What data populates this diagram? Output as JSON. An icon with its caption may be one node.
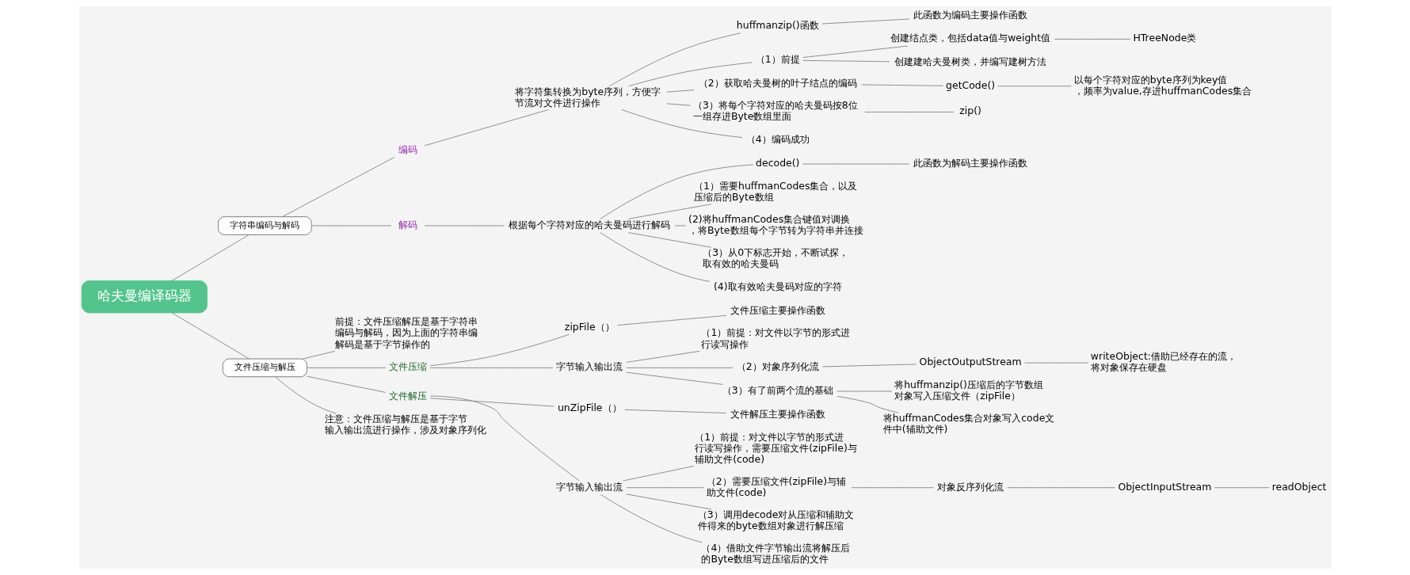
{
  "diagram": {
    "nodes": [
      {
        "text": [
          "哈夫曼编译码器"
        ]
      },
      {
        "text": [
          "字符串编码与解码"
        ]
      },
      {
        "text": [
          "编码"
        ]
      },
      {
        "text": [
          "将字符集转换为byte序列，方便字节流对文件进行操作"
        ]
      },
      {
        "text": [
          "huffmanzip()函数"
        ]
      },
      {
        "text": [
          "此函数为编码主要操作函数"
        ]
      },
      {
        "text": [
          "（1）前提"
        ]
      },
      {
        "text": [
          "创建结点类，包括data值与weight值"
        ]
      },
      {
        "text": [
          "HTreeNode类"
        ]
      },
      {
        "text": [
          "创建建哈夫曼树类，并编写建树方法"
        ]
      },
      {
        "text": [
          "（2）获取哈夫曼树的叶子结点的编码"
        ]
      },
      {
        "text": [
          "getCode()"
        ]
      },
      {
        "text": [
          "以每个字符对应的byte序列为key值，频率为value,存进huffmanCodes集合"
        ]
      },
      {
        "text": [
          "（3）将每个字符对应的哈夫曼码按8位一组存进Byte数组里面"
        ]
      },
      {
        "text": [
          "zip()"
        ]
      },
      {
        "text": [
          "（4）编码成功"
        ]
      },
      {
        "text": [
          "解码"
        ]
      },
      {
        "text": [
          "根据每个字符对应的哈夫曼码进行解码"
        ]
      },
      {
        "text": [
          "decode()"
        ]
      },
      {
        "text": [
          "此函数为解码主要操作函数"
        ]
      },
      {
        "text": [
          "（1）需要huffmanCodes集合，以及压缩后的Byte数组"
        ]
      },
      {
        "text": [
          "(2)将huffmanCodes集合键值对调换，将Byte数组每个字节转为字符串并连接"
        ]
      },
      {
        "text": [
          "（3）从0下标志开始，不断试探，取有效的哈夫曼码"
        ]
      },
      {
        "text": [
          "(4)取有效哈夫曼码对应的字符"
        ]
      },
      {
        "text": [
          "文件压缩与解压"
        ]
      },
      {
        "text": [
          "前提：文件压缩解压是基于字符串编码与解码，因为上面的字符串编解码是基于字节操作的"
        ]
      },
      {
        "text": [
          "文件压缩"
        ]
      },
      {
        "text": [
          "zipFile（）"
        ]
      },
      {
        "text": [
          "文件压缩主要操作函数"
        ]
      },
      {
        "text": [
          "字节输入输出流"
        ]
      },
      {
        "text": [
          "（1）前提：对文件以字节的形式进行读写操作"
        ]
      },
      {
        "text": [
          "（2）对象序列化流"
        ]
      },
      {
        "text": [
          "ObjectOutputStream"
        ]
      },
      {
        "text": [
          "writeObject:借助已经存在的流，将对象保存在硬盘"
        ]
      },
      {
        "text": [
          "（3）有了前两个流的基础"
        ]
      },
      {
        "text": [
          "将huffmanzip()压缩后的字节数组对象写入压缩文件（zipFile）"
        ]
      },
      {
        "text": [
          "将huffmanCodes集合对象写入code文件中(辅助文件)"
        ]
      },
      {
        "text": [
          "文件解压"
        ]
      },
      {
        "text": [
          "unZipFile（）"
        ]
      },
      {
        "text": [
          "文件解压主要操作函数"
        ]
      },
      {
        "text": [
          "字节输入输出流"
        ]
      },
      {
        "text": [
          "（1）前提：对文件以字节的形式进行读写操作，需要压缩文件(zipFile)与辅助文件(code)"
        ]
      },
      {
        "text": [
          "（2）需要压缩文件(zipFile)与辅助文件(code)"
        ]
      },
      {
        "text": [
          "对象反序列化流"
        ]
      },
      {
        "text": [
          "ObjectInputStream"
        ]
      },
      {
        "text": [
          "readObject"
        ]
      },
      {
        "text": [
          "（3）调用decode对从压缩和辅助文件得来的byte数组对象进行解压缩"
        ]
      },
      {
        "text": [
          "（4）借助文件字节输出流将解压后的Byte数组写进压缩后的文件"
        ]
      },
      {
        "text": [
          "注意：文件压缩与解压是基于字节输入输出流进行操作，涉及对象序列化"
        ]
      }
    ],
    "edges": [
      {
        "from": 0,
        "to": 1,
        "arrow": "none"
      },
      {
        "from": 1,
        "to": 2,
        "arrow": "none"
      },
      {
        "from": 2,
        "to": 3,
        "arrow": "none"
      },
      {
        "from": 3,
        "to": 4,
        "arrow": "none"
      },
      {
        "from": 4,
        "to": 5,
        "arrow": "none"
      },
      {
        "from": 3,
        "to": 6,
        "arrow": "none"
      },
      {
        "from": 6,
        "to": 7,
        "arrow": "none"
      },
      {
        "from": 7,
        "to": 8,
        "arrow": "none"
      },
      {
        "from": 6,
        "to": 9,
        "arrow": "none"
      },
      {
        "from": 3,
        "to": 10,
        "arrow": "none"
      },
      {
        "from": 10,
        "to": 11,
        "arrow": "none"
      },
      {
        "from": 11,
        "to": 12,
        "arrow": "none"
      },
      {
        "from": 3,
        "to": 13,
        "arrow": "none"
      },
      {
        "from": 13,
        "to": 14,
        "arrow": "none"
      },
      {
        "from": 3,
        "to": 15,
        "arrow": "none"
      },
      {
        "from": 1,
        "to": 16,
        "arrow": "none"
      },
      {
        "from": 16,
        "to": 17,
        "arrow": "none"
      },
      {
        "from": 17,
        "to": 18,
        "arrow": "none"
      },
      {
        "from": 18,
        "to": 19,
        "arrow": "none"
      },
      {
        "from": 17,
        "to": 20,
        "arrow": "none"
      },
      {
        "from": 17,
        "to": 21,
        "arrow": "none"
      },
      {
        "from": 17,
        "to": 22,
        "arrow": "none"
      },
      {
        "from": 17,
        "to": 23,
        "arrow": "none"
      },
      {
        "from": 0,
        "to": 24,
        "arrow": "none"
      },
      {
        "from": 24,
        "to": 25,
        "arrow": "none"
      },
      {
        "from": 24,
        "to": 26,
        "arrow": "none"
      },
      {
        "from": 26,
        "to": 27,
        "arrow": "none"
      },
      {
        "from": 27,
        "to": 28,
        "arrow": "none"
      },
      {
        "from": 26,
        "to": 29,
        "arrow": "none"
      },
      {
        "from": 29,
        "to": 30,
        "arrow": "none"
      },
      {
        "from": 29,
        "to": 31,
        "arrow": "none"
      },
      {
        "from": 31,
        "to": 32,
        "arrow": "none"
      },
      {
        "from": 32,
        "to": 33,
        "arrow": "none"
      },
      {
        "from": 29,
        "to": 34,
        "arrow": "none"
      },
      {
        "from": 34,
        "to": 35,
        "arrow": "none"
      },
      {
        "from": 34,
        "to": 36,
        "arrow": "none"
      },
      {
        "from": 24,
        "to": 37,
        "arrow": "none"
      },
      {
        "from": 37,
        "to": 38,
        "arrow": "none"
      },
      {
        "from": 38,
        "to": 39,
        "arrow": "none"
      },
      {
        "from": 37,
        "to": 40,
        "arrow": "none"
      },
      {
        "from": 40,
        "to": 41,
        "arrow": "none"
      },
      {
        "from": 40,
        "to": 42,
        "arrow": "none"
      },
      {
        "from": 42,
        "to": 43,
        "arrow": "none"
      },
      {
        "from": 43,
        "to": 44,
        "arrow": "none"
      },
      {
        "from": 44,
        "to": 45,
        "arrow": "none"
      },
      {
        "from": 40,
        "to": 46,
        "arrow": "none"
      },
      {
        "from": 40,
        "to": 47,
        "arrow": "none"
      },
      {
        "from": 24,
        "to": 48,
        "arrow": "none"
      }
    ]
  }
}
